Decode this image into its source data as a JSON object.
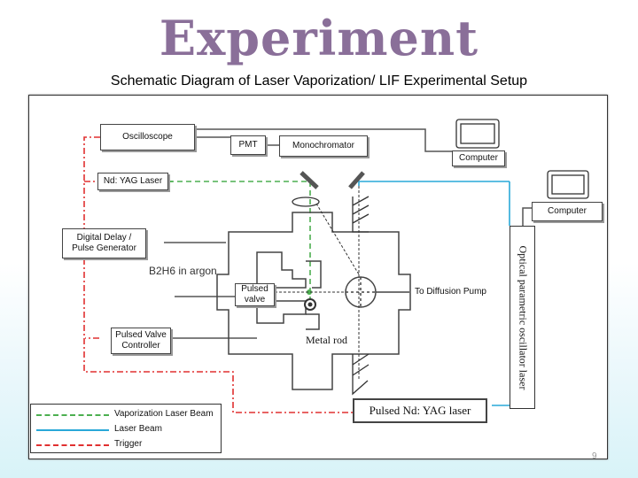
{
  "slide": {
    "title": "Experiment",
    "subtitle": "Schematic Diagram of Laser Vaporization/  LIF Experimental Setup",
    "page_number": "9"
  },
  "diagram": {
    "boxes": {
      "oscilloscope": "Oscilloscope",
      "pmt": "PMT",
      "monochromator": "Monochromator",
      "computer_top": "Computer",
      "computer_right": "Computer",
      "ndyag_laser": "Nd: YAG Laser",
      "delay_line1": "Digital Delay /",
      "delay_line2": "Pulse Generator",
      "pulsed_valve_line1": "Pulsed",
      "pulsed_valve_line2": "valve",
      "valve_controller_line1": "Pulsed Valve",
      "valve_controller_line2": "Controller",
      "opo": "Optical parametric oscillator laser",
      "pulsed_ndyag": "Pulsed Nd: YAG laser"
    },
    "labels": {
      "gas": "B2H6 in argon",
      "diffusion_pump": "To Diffusion Pump",
      "metal_rod": "Metal rod"
    },
    "legend": [
      {
        "label": "Vaporization Laser Beam",
        "color": "#4caf50",
        "style": "dashed"
      },
      {
        "label": "Laser Beam",
        "color": "#29a8d8",
        "style": "solid"
      },
      {
        "label": "Trigger",
        "color": "#e03030",
        "style": "dashdot"
      }
    ]
  },
  "colors": {
    "title": "#8a6f99",
    "vaporization_beam": "#4caf50",
    "laser_beam": "#29a8d8",
    "trigger": "#e03030"
  }
}
